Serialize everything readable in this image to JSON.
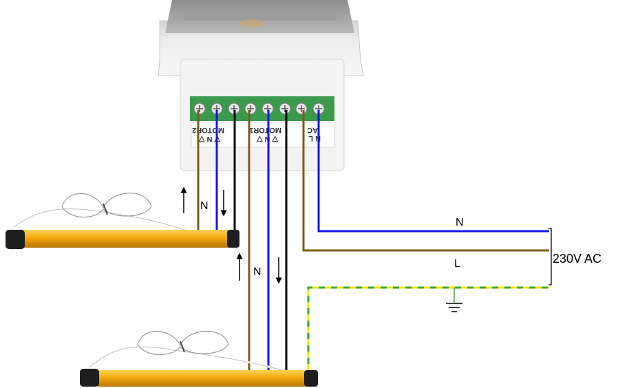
{
  "controller": {
    "ac_label": "AC",
    "ac_terminals": "N L",
    "motor1_label": "MOTOR1",
    "motor1_terminals": "▽ N ▽",
    "motor2_label": "MOTOR2",
    "motor2_terminals": "▽ N ▽"
  },
  "labels": {
    "motor1_neutral": "N",
    "motor2_neutral": "N",
    "supply_neutral": "N",
    "supply_live": "L",
    "supply_voltage": "230V AC"
  },
  "colors": {
    "neutral_wire": "#1414e6",
    "live_wire": "#7a5a1c",
    "direction_wire": "#000000",
    "earth_wire_green": "#3fa63a",
    "earth_wire_yellow": "#f2e600",
    "motor_tube": "#f2a600"
  },
  "icons": {
    "up_arrow": "arrow-up-icon",
    "down_arrow": "arrow-down-icon",
    "ground": "ground-symbol-icon"
  }
}
